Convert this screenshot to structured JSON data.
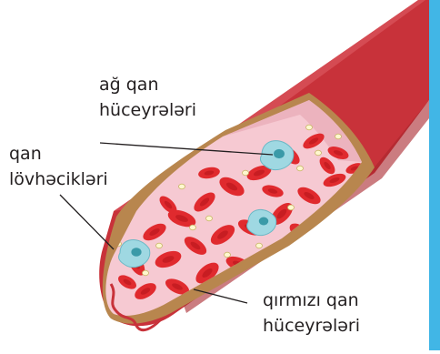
{
  "labels": {
    "white_cells": [
      "ağ qan",
      "hüceyrələri"
    ],
    "platelets": [
      "qan",
      "lövhəcikləri"
    ],
    "red_cells": [
      "qırmızı qan",
      "hüceyrələri"
    ]
  },
  "colors": {
    "vessel_wall": "#c8323a",
    "vessel_wall_dark": "#a8242c",
    "vessel_wall_light": "#e06068",
    "inner_rim": "#b8864e",
    "plasma": "#f6c9d2",
    "red_cell": "#e02a2e",
    "red_cell_center": "#b5161b",
    "white_cell": "#9fd8e2",
    "white_cell_nucleus": "#3a9aa8",
    "platelet": "#fff8cf",
    "side_bar": "#41b6e6",
    "text": "#231f20"
  },
  "icons": {
    "white_cell": "white-blood-cell-icon",
    "red_cell": "red-blood-cell-icon",
    "platelet": "platelet-icon"
  }
}
